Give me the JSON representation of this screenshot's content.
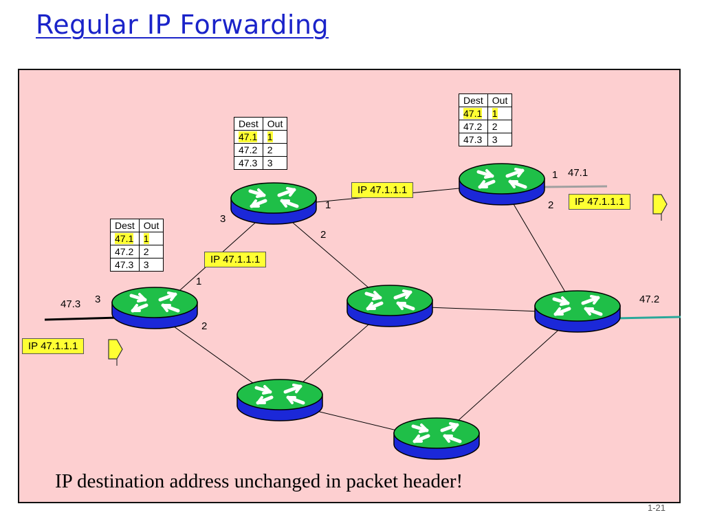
{
  "title": "Regular IP Forwarding",
  "caption": "IP destination address unchanged in packet header!",
  "page_number": "1-21",
  "packet_label": "IP 47.1.1.1",
  "tables": {
    "header": [
      "Dest",
      "Out"
    ],
    "rows": [
      [
        "47.1",
        "1"
      ],
      [
        "47.2",
        "2"
      ],
      [
        "47.3",
        "3"
      ]
    ],
    "highlight_row": 0
  },
  "port_labels": {
    "left_router_in": "3",
    "left_router_up": "1",
    "left_router_down": "2",
    "top_router_left": "3",
    "top_router_right": "1",
    "top_router_down": "2",
    "right_router_out": "1",
    "right_router_down": "2"
  },
  "network_labels": {
    "net_47_3": "47.3",
    "net_47_1": "47.1",
    "net_47_2": "47.2"
  },
  "colors": {
    "title": "#1a23c9",
    "panel": "#fdcfd0",
    "highlight": "#ffff33",
    "router_top": "#1fbf48",
    "router_body": "#1b28d8",
    "link_47_2": "#2aa89a",
    "link_47_1": "#a0a0a0"
  }
}
